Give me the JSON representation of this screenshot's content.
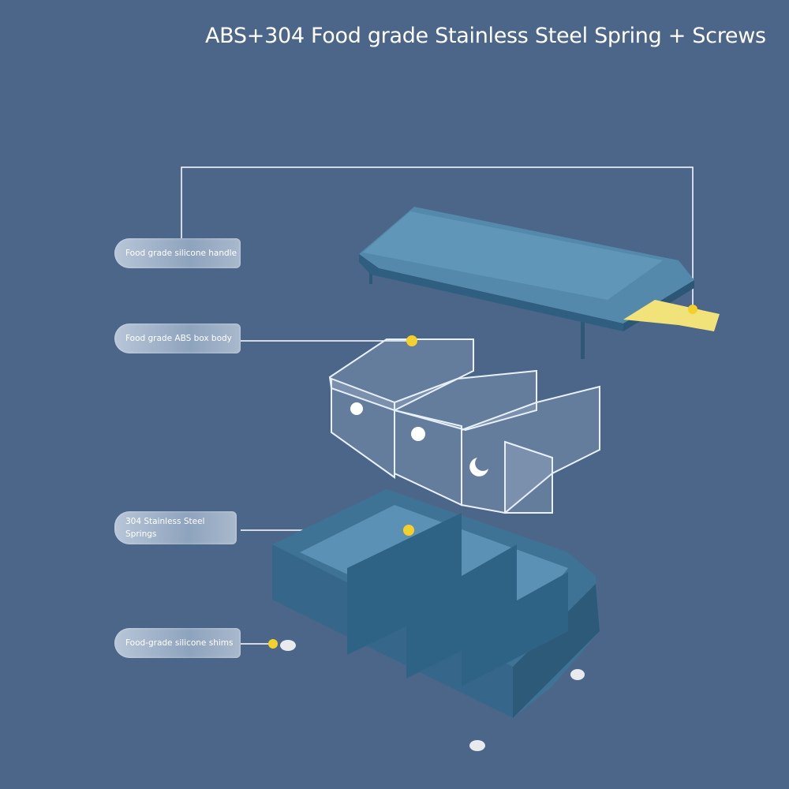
{
  "title": "ABS+304 Food grade Stainless Steel Spring + Screws",
  "labels": {
    "handle": "Food grade silicone handle",
    "box_body": "Food grade ABS box body",
    "springs": "304 Stainless Steel Springs",
    "shims": "Food-grade silicone shims"
  },
  "colors": {
    "background": "#4b6688",
    "plastic_blue": "#3f7395",
    "handle_yellow": "#f2e27a",
    "marker_yellow": "#f5cf2a"
  }
}
